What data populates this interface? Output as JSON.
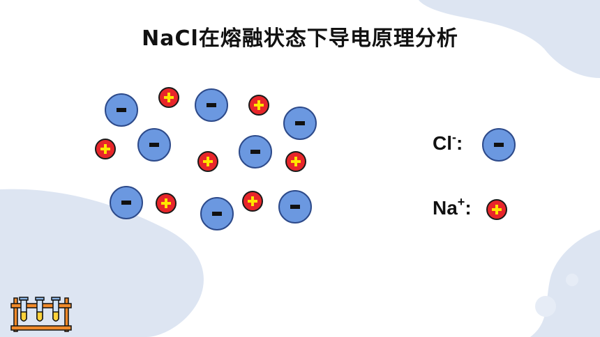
{
  "slide": {
    "title": "NaCl在熔融状态下导电原理分析",
    "colors": {
      "anion": "#6b98e0",
      "cation": "#e8262a",
      "plus_sign": "#ffe600",
      "minus_sign": "#111111",
      "decor": "#dde5f2"
    },
    "legend": {
      "chloride": {
        "text": "Cl",
        "superscript": "-",
        "suffix": ":"
      },
      "sodium": {
        "text": "Na",
        "superscript": "+",
        "suffix": ":"
      }
    },
    "decor_icon": "test-tube-rack-icon"
  }
}
